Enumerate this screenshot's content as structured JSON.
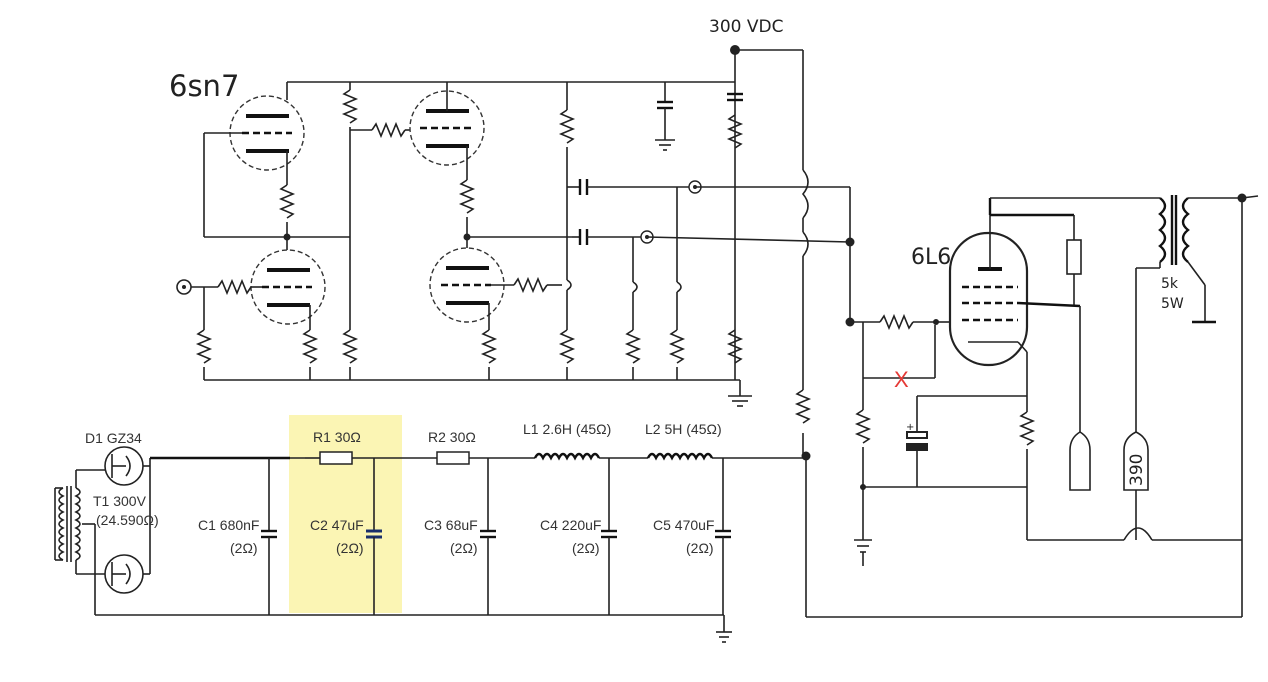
{
  "labels": {
    "supply": "300 VDC",
    "driver_tube": "6sn7",
    "output_tube": "6L6",
    "transformer_line1": "5k",
    "transformer_line2": "5W",
    "cathode_resistor": "390",
    "d1": "D1 GZ34",
    "t1_line1": "T1 300V",
    "t1_line2": "(24.590Ω)",
    "r1": "R1 30Ω",
    "r2": "R2 30Ω",
    "l1": "L1 2.6H (45Ω)",
    "l2": "L2 5H (45Ω)",
    "c1_line1": "C1 680nF",
    "c1_line2": "(2Ω)",
    "c2_line1": "C2 47uF",
    "c2_line2": "(2Ω)",
    "c3_line1": "C3 68uF",
    "c3_line2": "(2Ω)",
    "c4_line1": "C4 220uF",
    "c4_line2": "(2Ω)",
    "c5_line1": "C5 470uF",
    "c5_line2": "(2Ω)",
    "removed_mark": "X"
  },
  "colors": {
    "highlight": "#fbf5b4",
    "mark": "#e53935",
    "c2_cap": "#1a2f6b"
  }
}
